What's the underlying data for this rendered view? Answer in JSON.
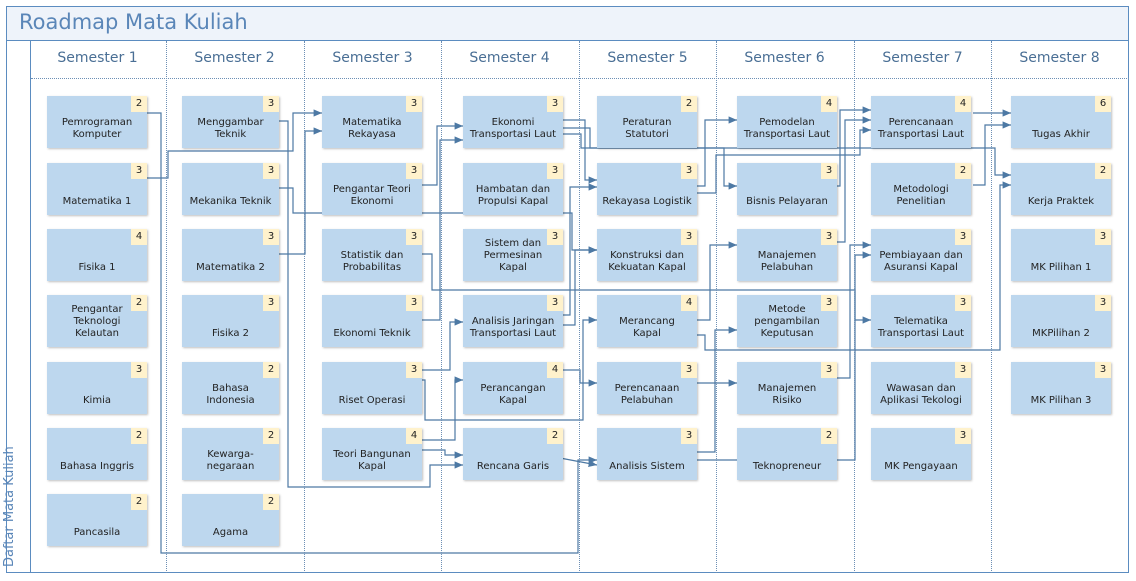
{
  "title": "Roadmap Mata Kuliah",
  "side_label": "Daftar Mata Kuliah",
  "colors": {
    "box": "#bdd7ee",
    "badge": "#fff2cc",
    "connector": "#4d79a4",
    "title_text": "#5a86b8"
  },
  "semesters": [
    {
      "label": "Semester 1",
      "courses": [
        {
          "name": "Pemrograman\nKomputer",
          "credits": "2"
        },
        {
          "name": "Matematika 1",
          "credits": "3"
        },
        {
          "name": "Fisika 1",
          "credits": "4"
        },
        {
          "name": "Pengantar\nTeknologi\nKelautan",
          "credits": "2"
        },
        {
          "name": "Kimia",
          "credits": "3"
        },
        {
          "name": "Bahasa Inggris",
          "credits": "2"
        },
        {
          "name": "Pancasila",
          "credits": "2"
        }
      ]
    },
    {
      "label": "Semester 2",
      "courses": [
        {
          "name": "Menggambar\nTeknik",
          "credits": "3"
        },
        {
          "name": "Mekanika Teknik",
          "credits": "3"
        },
        {
          "name": "Matematika 2",
          "credits": "3"
        },
        {
          "name": "Fisika 2",
          "credits": "3"
        },
        {
          "name": "Bahasa\nIndonesia",
          "credits": "2"
        },
        {
          "name": "Kewarga-\nnegaraan",
          "credits": "2"
        },
        {
          "name": "Agama",
          "credits": "2"
        }
      ]
    },
    {
      "label": "Semester 3",
      "courses": [
        {
          "name": "Matematika\nRekayasa",
          "credits": "3"
        },
        {
          "name": "Pengantar Teori\nEkonomi",
          "credits": "3"
        },
        {
          "name": "Statistik dan\nProbabilitas",
          "credits": "3"
        },
        {
          "name": "Ekonomi Teknik",
          "credits": "3"
        },
        {
          "name": "Riset Operasi",
          "credits": "3"
        },
        {
          "name": "Teori Bangunan\nKapal",
          "credits": "4"
        }
      ]
    },
    {
      "label": "Semester 4",
      "courses": [
        {
          "name": "Ekonomi\nTransportasi Laut",
          "credits": "3"
        },
        {
          "name": "Hambatan dan\nPropulsi Kapal",
          "credits": "3"
        },
        {
          "name": "Sistem dan\nPermesinan\nKapal",
          "credits": "3"
        },
        {
          "name": "Analisis Jaringan\nTransportasi Laut",
          "credits": "3"
        },
        {
          "name": "Perancangan\nKapal",
          "credits": "4"
        },
        {
          "name": "Rencana Garis",
          "credits": "2"
        }
      ]
    },
    {
      "label": "Semester 5",
      "courses": [
        {
          "name": "Peraturan\nStatutori",
          "credits": "2"
        },
        {
          "name": "Rekayasa Logistik",
          "credits": "3"
        },
        {
          "name": "Konstruksi dan\nKekuatan Kapal",
          "credits": "3"
        },
        {
          "name": "Merancang\nKapal",
          "credits": "4"
        },
        {
          "name": "Perencanaan\nPelabuhan",
          "credits": "3"
        },
        {
          "name": "Analisis Sistem",
          "credits": "3"
        }
      ]
    },
    {
      "label": "Semester 6",
      "courses": [
        {
          "name": "Pemodelan\nTransportasi Laut",
          "credits": "4"
        },
        {
          "name": "Bisnis Pelayaran",
          "credits": "3"
        },
        {
          "name": "Manajemen\nPelabuhan",
          "credits": "3"
        },
        {
          "name": "Metode\npengambilan\nKeputusan",
          "credits": "3"
        },
        {
          "name": "Manajemen\nRisiko",
          "credits": "3"
        },
        {
          "name": "Teknopreneur",
          "credits": "2"
        }
      ]
    },
    {
      "label": "Semester 7",
      "courses": [
        {
          "name": "Perencanaan\nTransportasi Laut",
          "credits": "4"
        },
        {
          "name": "Metodologi\nPenelitian",
          "credits": "2"
        },
        {
          "name": "Pembiayaan dan\nAsuransi Kapal",
          "credits": "3"
        },
        {
          "name": "Telematika\nTransportasi Laut",
          "credits": "3"
        },
        {
          "name": "Wawasan dan\nAplikasi Tekologi",
          "credits": "3"
        },
        {
          "name": "MK Pengayaan",
          "credits": "3"
        }
      ]
    },
    {
      "label": "Semester 8",
      "courses": [
        {
          "name": "Tugas Akhir",
          "credits": "6"
        },
        {
          "name": "Kerja Praktek",
          "credits": "2"
        },
        {
          "name": "MK Pilihan 1",
          "credits": "3"
        },
        {
          "name": "MKPilihan 2",
          "credits": "3"
        },
        {
          "name": "MK Pilihan 3",
          "credits": "3"
        }
      ]
    }
  ]
}
